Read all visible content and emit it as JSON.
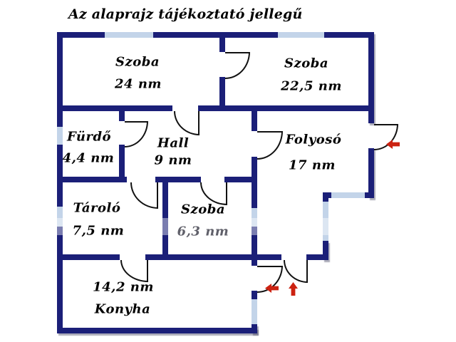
{
  "title": "Az alaprajz tájékoztató jellegű",
  "colors": {
    "wall": "#1b1f78",
    "window": "#c3d4e9",
    "door_line": "#111111",
    "arrow": "#cc2211",
    "text": "#000000",
    "muted_text": "#60606a",
    "background": "#ffffff"
  },
  "rooms": [
    {
      "id": "szoba-24",
      "name": "Szoba",
      "area": "24 nm"
    },
    {
      "id": "szoba-225",
      "name": "Szoba",
      "area": "22,5 nm"
    },
    {
      "id": "furdo",
      "name": "Fürdő",
      "area": "4,4 nm"
    },
    {
      "id": "hall",
      "name": "Hall",
      "area": "9 nm"
    },
    {
      "id": "folyoso",
      "name": "Folyosó",
      "area": "17 nm"
    },
    {
      "id": "tarolo",
      "name": "Tároló",
      "area": "7,5 nm"
    },
    {
      "id": "szoba-63",
      "name": "Szoba",
      "area": "6,3 nm"
    },
    {
      "id": "konyha",
      "name": "Konyha",
      "area": "14,2 nm"
    }
  ],
  "entrances": [
    {
      "id": "side-entrance",
      "direction": "left"
    },
    {
      "id": "kitchen-entrance",
      "direction": "left"
    },
    {
      "id": "main-entrance",
      "direction": "up"
    }
  ]
}
